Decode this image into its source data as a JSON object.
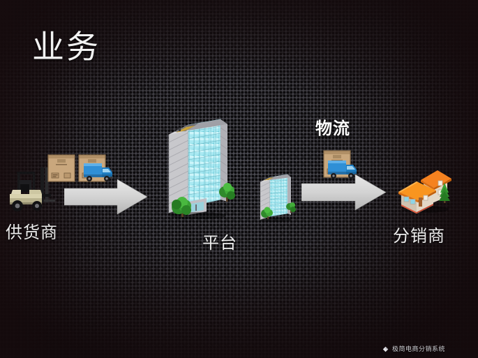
{
  "slide": {
    "title": "业务",
    "background_color": "#3a3a3e",
    "texture": "perforated-metal-mesh"
  },
  "diagram": {
    "logistics_label": "物流",
    "nodes": [
      {
        "id": "supplier",
        "label": "供货商",
        "icon": "forklift-boxes-icon"
      },
      {
        "id": "platform",
        "label": "平台",
        "icon": "office-tower-icon"
      },
      {
        "id": "distributor",
        "label": "分销商",
        "icon": "house-icon"
      }
    ],
    "arrows": [
      {
        "id": "arrow-1",
        "direction": "right",
        "color": "#d6d6d6"
      },
      {
        "id": "arrow-2",
        "direction": "right",
        "color": "#d6d6d6"
      }
    ],
    "transport_icons": [
      {
        "id": "truck-1",
        "name": "blue-delivery-truck-icon"
      },
      {
        "id": "truck-2",
        "name": "blue-delivery-truck-icon"
      }
    ],
    "package_icons": [
      {
        "id": "box-1",
        "name": "cardboard-box-icon"
      },
      {
        "id": "box-2",
        "name": "cardboard-box-icon"
      },
      {
        "id": "box-3",
        "name": "cardboard-box-icon"
      }
    ]
  },
  "watermark": {
    "text": "极简电商分销系统",
    "icon": "diamond-logo-icon"
  }
}
